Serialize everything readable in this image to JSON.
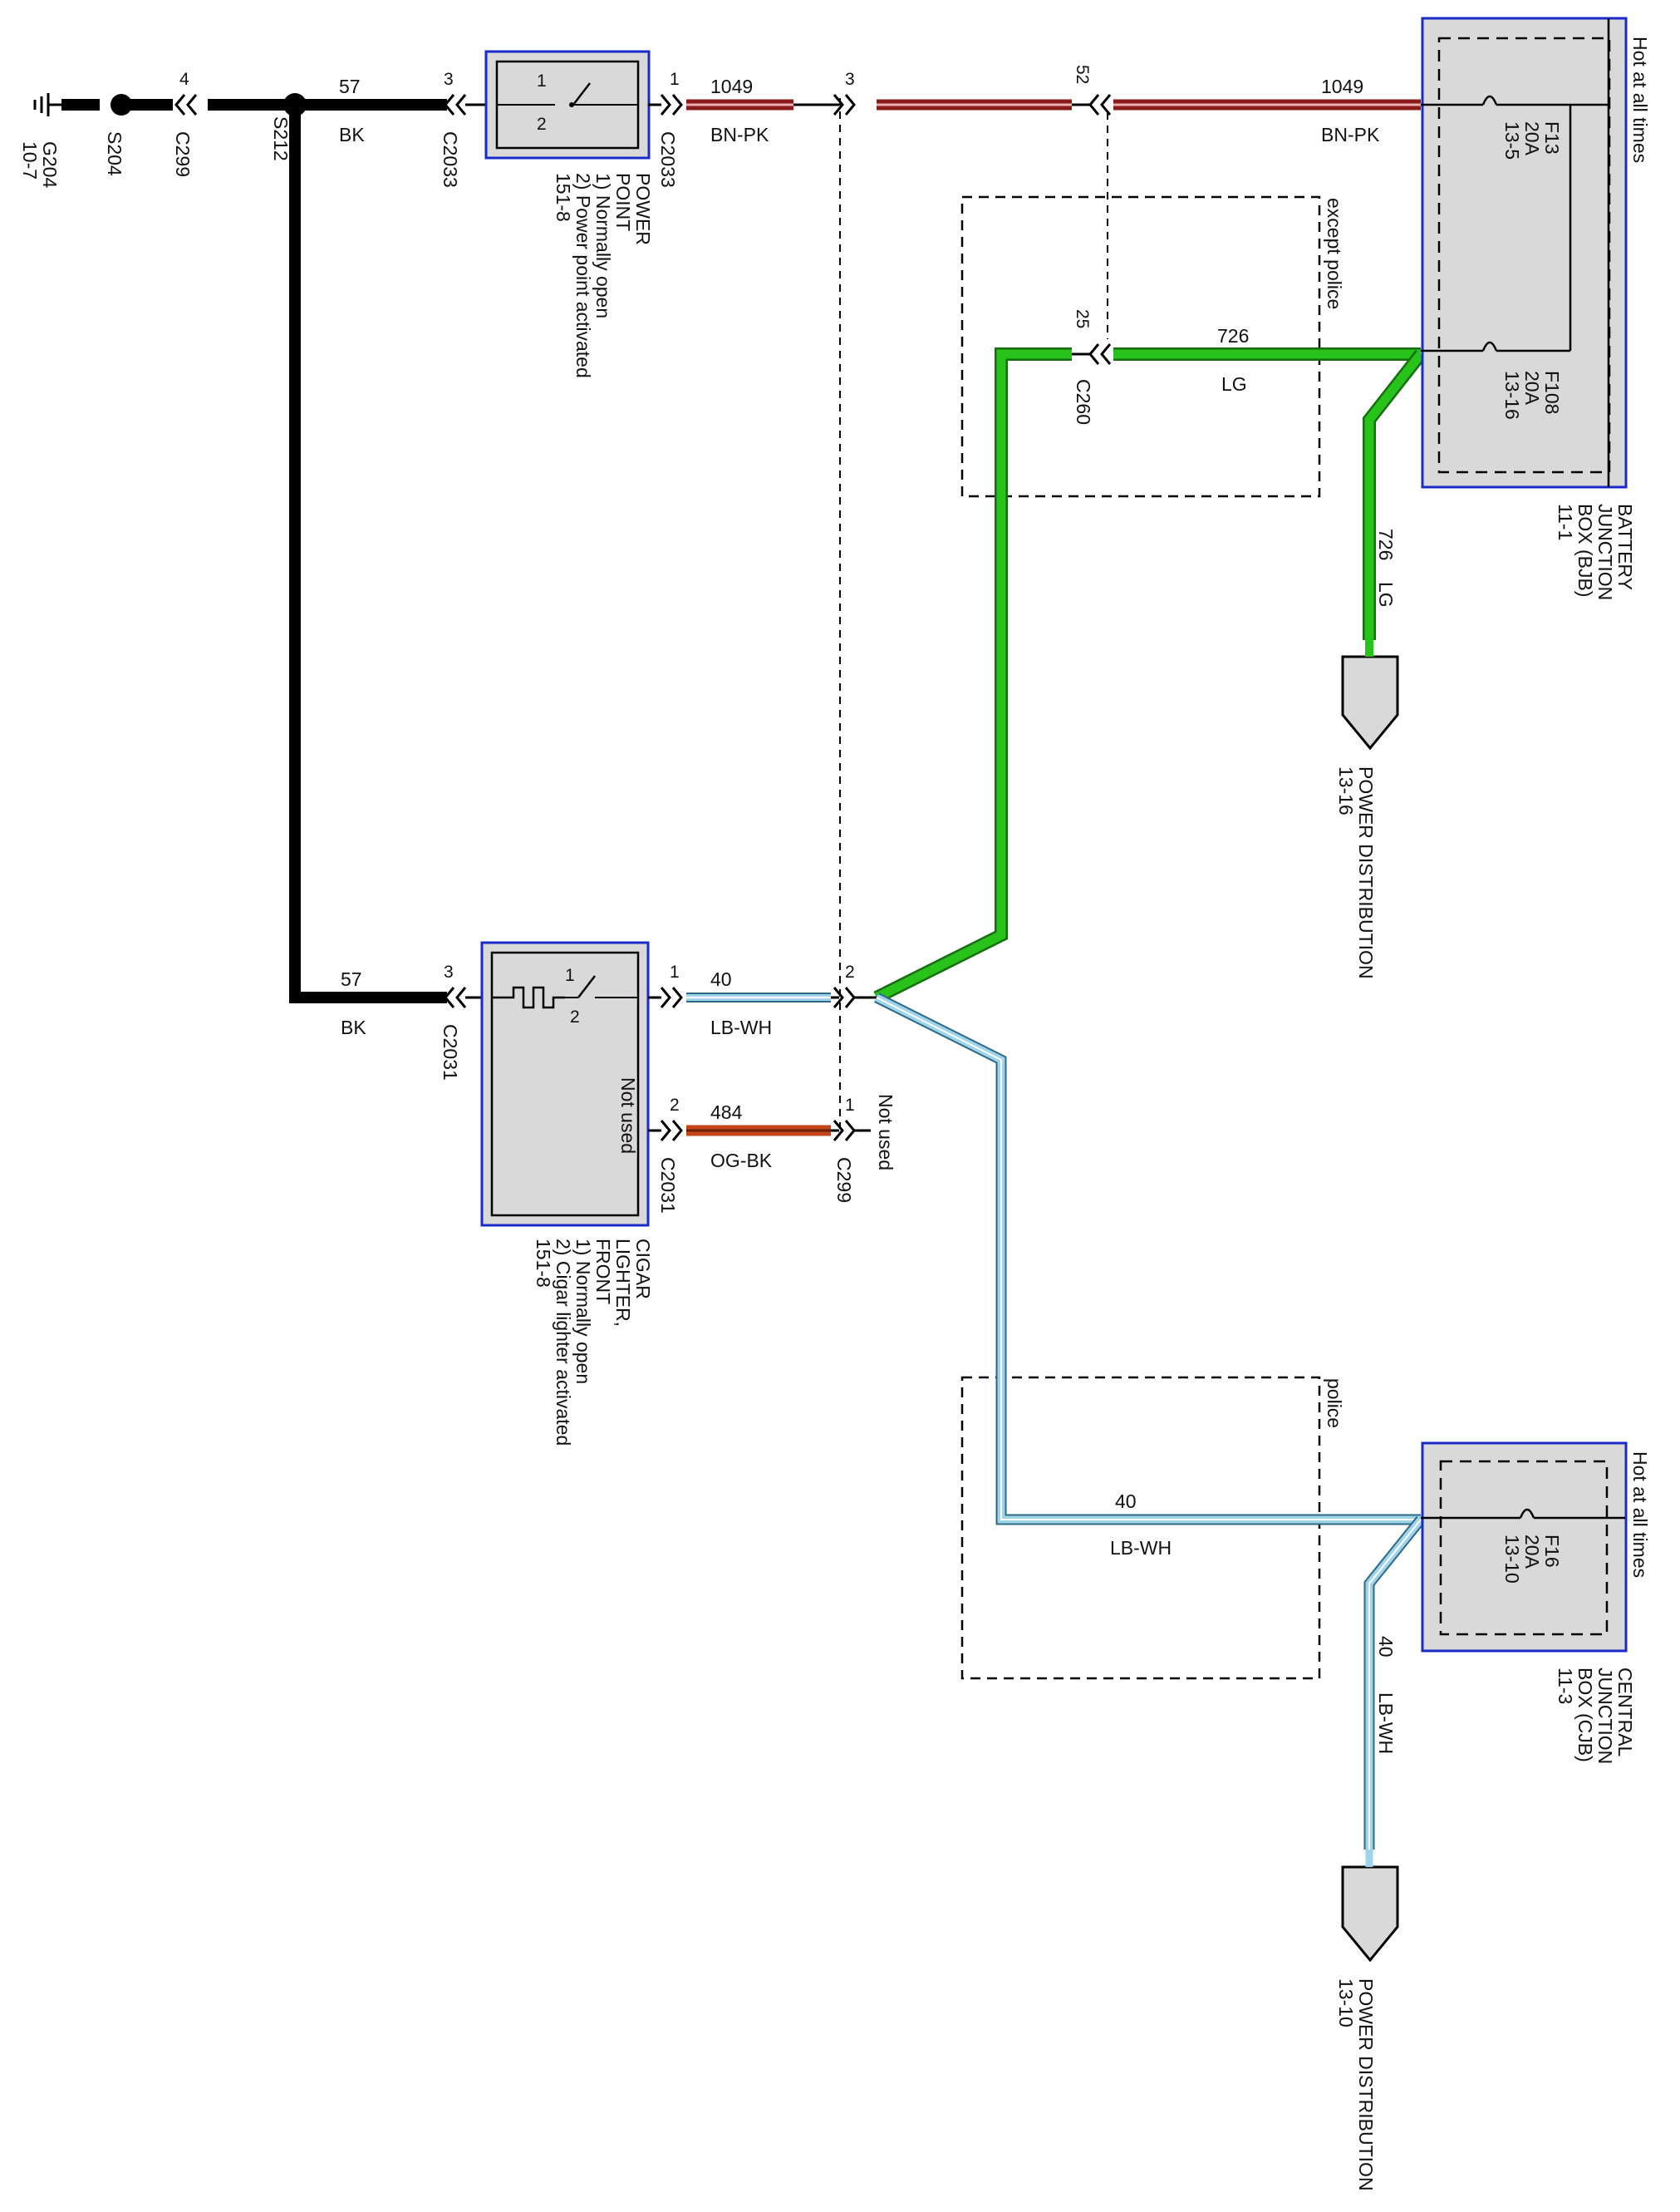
{
  "colors": {
    "black_wire": "#000000",
    "bn_pk_wire": "#8B1A1A",
    "bn_pk_stripe": "#E8B0B0",
    "green_wire": "#27C21A",
    "green_edge": "#156E0F",
    "lb_wh_wire": "#9FD4EA",
    "lb_wh_edge": "#2E6A86",
    "og_bk_wire": "#C2461A",
    "box_border": "#1A2BC8",
    "box_fill": "#D9D9D9"
  },
  "ground": {
    "name": "G204",
    "ref": "10-7"
  },
  "splices": {
    "s204": "S204",
    "s212": "S212"
  },
  "connectors": {
    "c299_top": {
      "name": "C299",
      "pin": "4"
    },
    "c2033_left": {
      "name": "C2033",
      "pin": "3"
    },
    "c2033_right": {
      "name": "C2033",
      "pin": "1"
    },
    "c2031_left": {
      "name": "C2031",
      "pin": "3"
    },
    "c2031_r1": {
      "name": "C2031",
      "pin": "1"
    },
    "c2031_r2": {
      "name": "C2031",
      "pin": "2"
    },
    "c260_pin3": "3",
    "c260_pin52": "52",
    "c260": {
      "name": "C260",
      "pin": "25"
    },
    "c299_mid": {
      "name": "C299",
      "pin_2": "2",
      "pin_1": "1"
    }
  },
  "wires": {
    "w57_top": {
      "circuit": "57",
      "color": "BK"
    },
    "w57_bottom": {
      "circuit": "57",
      "color": "BK"
    },
    "w1049_left": {
      "circuit": "1049",
      "color": "BN-PK"
    },
    "w1049_right": {
      "circuit": "1049",
      "color": "BN-PK"
    },
    "w726_h": {
      "circuit": "726",
      "color": "LG"
    },
    "w726_v": {
      "circuit": "726",
      "color": "LG"
    },
    "w40_cig": {
      "circuit": "40",
      "color": "LB-WH"
    },
    "w484": {
      "circuit": "484",
      "color": "OG-BK"
    },
    "w40_police": {
      "circuit": "40",
      "color": "LB-WH"
    },
    "w40_v": {
      "circuit": "40",
      "color": "LB-WH"
    }
  },
  "power_point": {
    "title_1": "POWER",
    "title_2": "POINT",
    "note_1": "1) Normally open",
    "note_2": "2) Power point activated",
    "ref": "151-8",
    "pin_a": "1",
    "pin_b": "2"
  },
  "cigar_lighter": {
    "title_1": "CIGAR",
    "title_2": "LIGHTER,",
    "title_3": "FRONT",
    "note_1": "1) Normally open",
    "note_2": "2) Cigar lighter activated",
    "ref": "151-8",
    "not_used": "Not used",
    "pin_a": "1",
    "pin_b": "2"
  },
  "not_used_label": "Not used",
  "bjb": {
    "hot_label": "Hot at all times",
    "title_1": "BATTERY",
    "title_2": "JUNCTION",
    "title_3": "BOX (BJB)",
    "ref": "11-1",
    "fuse1": {
      "name": "F13",
      "rating": "20A",
      "ref": "13-5"
    },
    "fuse2": {
      "name": "F108",
      "rating": "20A",
      "ref": "13-16"
    }
  },
  "cjb": {
    "hot_label": "Hot at all times",
    "title_1": "CENTRAL",
    "title_2": "JUNCTION",
    "title_3": "BOX (CJB)",
    "ref": "11-3",
    "fuse": {
      "name": "F16",
      "rating": "20A",
      "ref": "13-10"
    }
  },
  "options": {
    "except_police": "except police",
    "police": "police"
  },
  "power_dist_1": {
    "label": "POWER DISTRIBUTION",
    "ref": "13-16"
  },
  "power_dist_2": {
    "label": "POWER DISTRIBUTION",
    "ref": "13-10"
  }
}
